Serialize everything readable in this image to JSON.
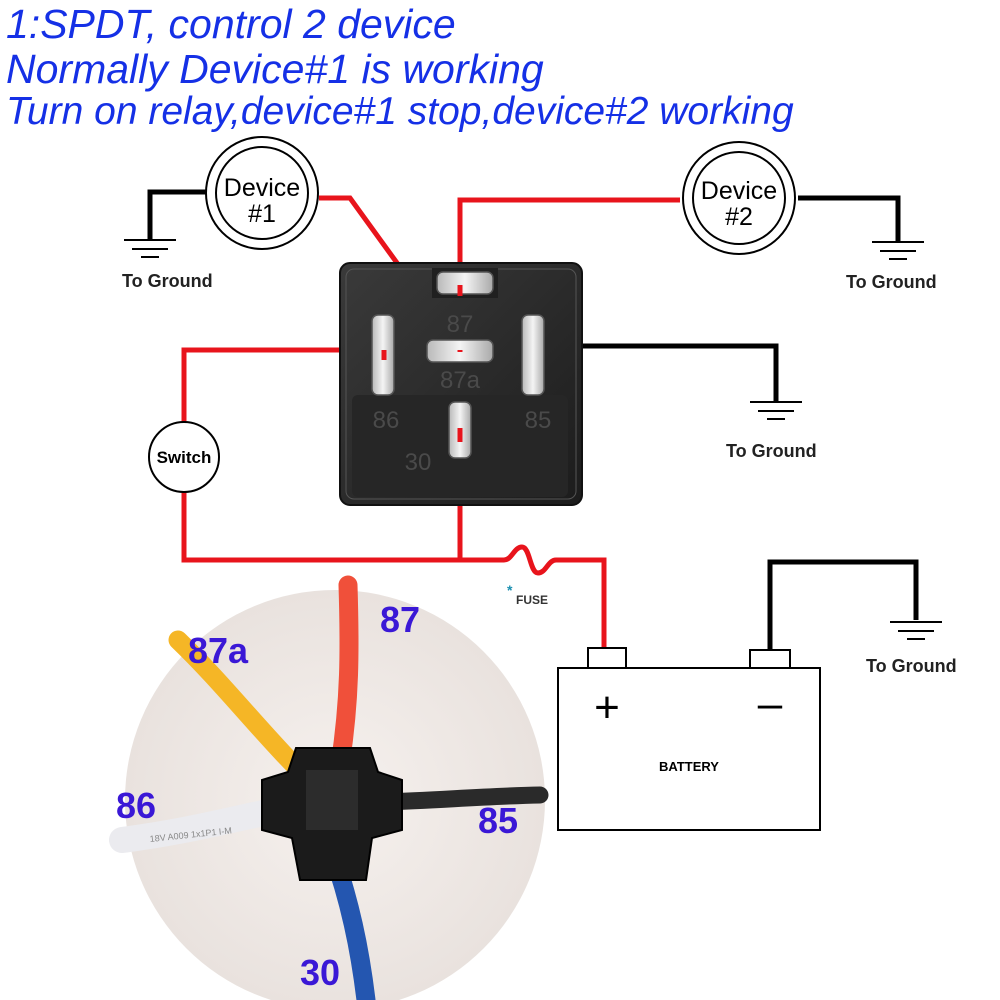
{
  "title": {
    "line1": "1:SPDT, control 2 device",
    "line2": "Normally Device#1 is working",
    "line3": "Turn on relay,device#1 stop,device#2 working"
  },
  "devices": [
    {
      "line1": "Device",
      "line2": "#1"
    },
    {
      "line1": "Device",
      "line2": "#2"
    }
  ],
  "ground_label": "To Ground",
  "relay_pins": {
    "p87": "87",
    "p87a": "87a",
    "p86": "86",
    "p85": "85",
    "p30": "30"
  },
  "switch_label": "Switch",
  "fuse": {
    "mark": "*",
    "label": "FUSE"
  },
  "battery": {
    "label": "BATTERY",
    "plus": "+",
    "minus": "–"
  },
  "socket_photo": {
    "labels": {
      "p87": "87",
      "p87a": "87a",
      "p86": "86",
      "p85": "85",
      "p30": "30"
    },
    "wire_print": "18V A009 1x1P1 I-M"
  },
  "colors": {
    "title_text": "#1530e6",
    "wire_positive": "#e8141c",
    "wire_ground": "#000000",
    "relay_body": "#2a2a2a",
    "photo_label": "#3a18d6",
    "photo_wire_87": "#f0503a",
    "photo_wire_87a": "#f5b626",
    "photo_wire_86": "#f2f2f4",
    "photo_wire_85": "#2a2a2a",
    "photo_wire_30": "#2456b0"
  }
}
